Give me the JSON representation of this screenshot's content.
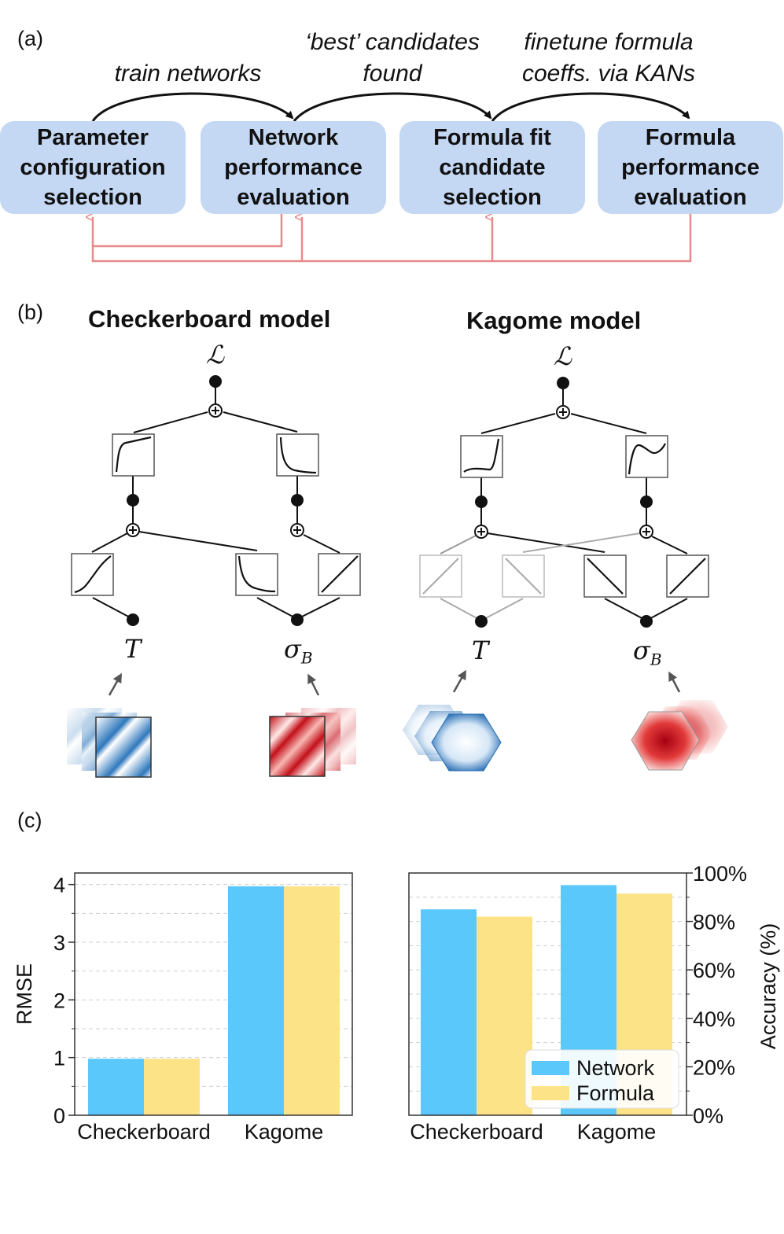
{
  "panels": {
    "a": "(a)",
    "b": "(b)",
    "c": "(c)"
  },
  "workflow": {
    "boxes": [
      "Parameter\nconfiguration\nselection",
      "Network\nperformance\nevaluation",
      "Formula fit\ncandidate\nselection",
      "Formula\nperformance\nevaluation"
    ],
    "steps": [
      "train networks",
      "‘best’ candidates\nfound",
      "finetune formula\ncoeffs. via KANs"
    ],
    "colors": {
      "box": "#c4d7f3",
      "feedback": "#e8898c",
      "arrow": "#111111"
    }
  },
  "models": {
    "checkerboard": {
      "title": "Checkerboard model",
      "output": "ℒ",
      "inputs": [
        "T",
        "σ",
        "B"
      ]
    },
    "kagome": {
      "title": "Kagome model",
      "output": "ℒ",
      "inputs": [
        "T",
        "σ",
        "B"
      ]
    }
  },
  "chart_data": [
    {
      "type": "bar",
      "categories": [
        "Checkerboard",
        "Kagome"
      ],
      "series": [
        {
          "name": "Network",
          "values": [
            0.98,
            3.97
          ],
          "color": "#5bc8fb"
        },
        {
          "name": "Formula",
          "values": [
            0.98,
            3.97
          ],
          "color": "#fde388"
        }
      ],
      "ylabel": "RMSE",
      "ylim": [
        0,
        4.2
      ],
      "yticks": [
        "0",
        "1",
        "2",
        "3",
        "4"
      ],
      "grid": "horizontal dashed"
    },
    {
      "type": "bar",
      "categories": [
        "Checkerboard",
        "Kagome"
      ],
      "series": [
        {
          "name": "Network",
          "values": [
            85,
            95
          ],
          "color": "#5bc8fb"
        },
        {
          "name": "Formula",
          "values": [
            82,
            91.5
          ],
          "color": "#fde388"
        }
      ],
      "ylabel": "Accuracy (%)",
      "ylim": [
        0,
        100
      ],
      "yticks": [
        "0%",
        "20%",
        "40%",
        "60%",
        "80%",
        "100%"
      ],
      "grid": "horizontal dashed",
      "legend": "bottom-right"
    }
  ]
}
